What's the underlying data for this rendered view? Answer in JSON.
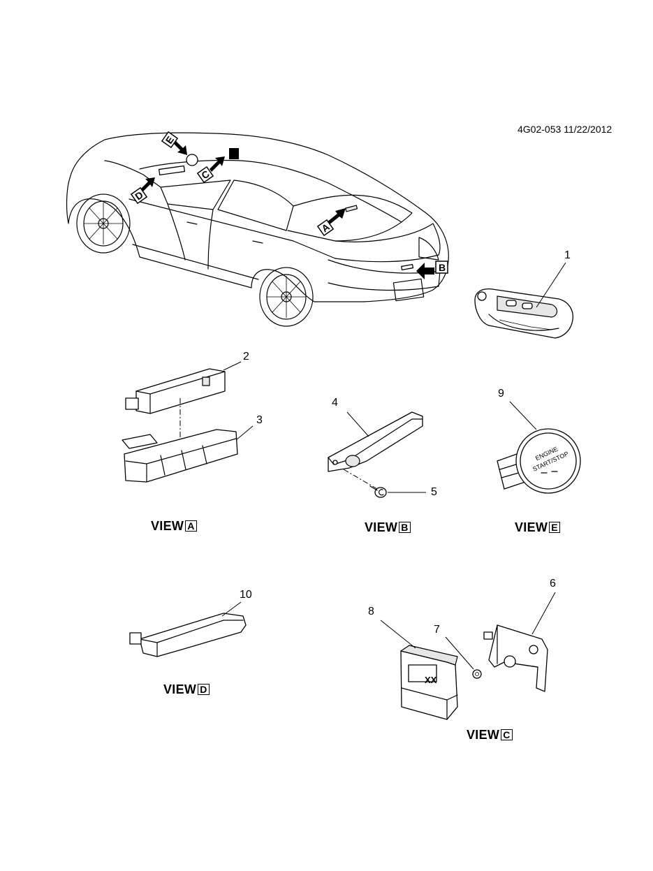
{
  "document": {
    "id_date": "4G02-053 11/22/2012"
  },
  "callouts": [
    "1",
    "2",
    "3",
    "4",
    "5",
    "6",
    "7",
    "8",
    "9",
    "10"
  ],
  "view_letters": {
    "a": "A",
    "b": "B",
    "c": "C",
    "d": "D",
    "e": "E"
  },
  "views": [
    {
      "prefix": "VIEW",
      "letter": "A"
    },
    {
      "prefix": "VIEW",
      "letter": "B"
    },
    {
      "prefix": "VIEW",
      "letter": "E"
    },
    {
      "prefix": "VIEW",
      "letter": "D"
    },
    {
      "prefix": "VIEW",
      "letter": "C"
    }
  ],
  "part_markings": {
    "start_button_line1": "ENGINE",
    "start_button_line2": "START/STOP",
    "module_label": "XX"
  }
}
